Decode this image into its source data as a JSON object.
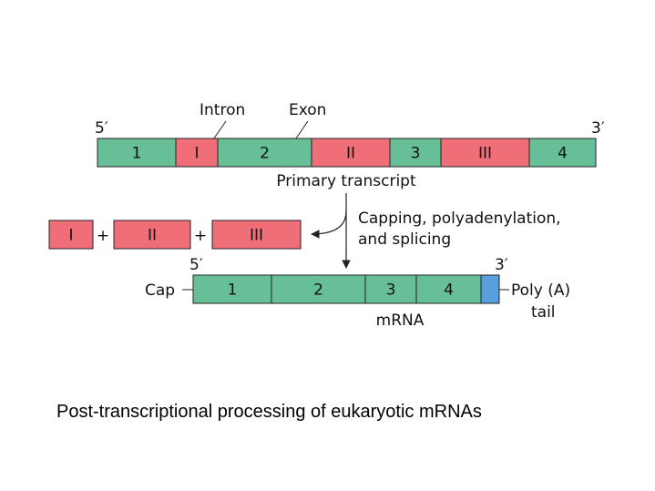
{
  "colors": {
    "exon": "#66bf96",
    "intron": "#f06e78",
    "poly_a": "#5a9fdd",
    "line": "#222222"
  },
  "primary": {
    "end5": "5′",
    "end3": "3′",
    "label_intron": "Intron",
    "label_exon": "Exon",
    "caption": "Primary transcript",
    "segments": [
      {
        "label": "1",
        "kind": "exon"
      },
      {
        "label": "I",
        "kind": "intron"
      },
      {
        "label": "2",
        "kind": "exon"
      },
      {
        "label": "II",
        "kind": "intron"
      },
      {
        "label": "3",
        "kind": "exon"
      },
      {
        "label": "III",
        "kind": "intron"
      },
      {
        "label": "4",
        "kind": "exon"
      }
    ]
  },
  "process_label_line1": "Capping, polyadenylation,",
  "process_label_line2": "and splicing",
  "removed_introns": {
    "items": [
      "I",
      "II",
      "III"
    ],
    "plus": "+"
  },
  "mrna": {
    "end5": "5′",
    "end3": "3′",
    "cap_label": "Cap",
    "poly_label_line1": "Poly (A)",
    "poly_label_line2": "tail",
    "caption": "mRNA",
    "segments": [
      {
        "label": "1",
        "kind": "exon"
      },
      {
        "label": "2",
        "kind": "exon"
      },
      {
        "label": "3",
        "kind": "exon"
      },
      {
        "label": "4",
        "kind": "exon"
      }
    ]
  },
  "figure_caption": "Post-transcriptional processing of eukaryotic mRNAs"
}
